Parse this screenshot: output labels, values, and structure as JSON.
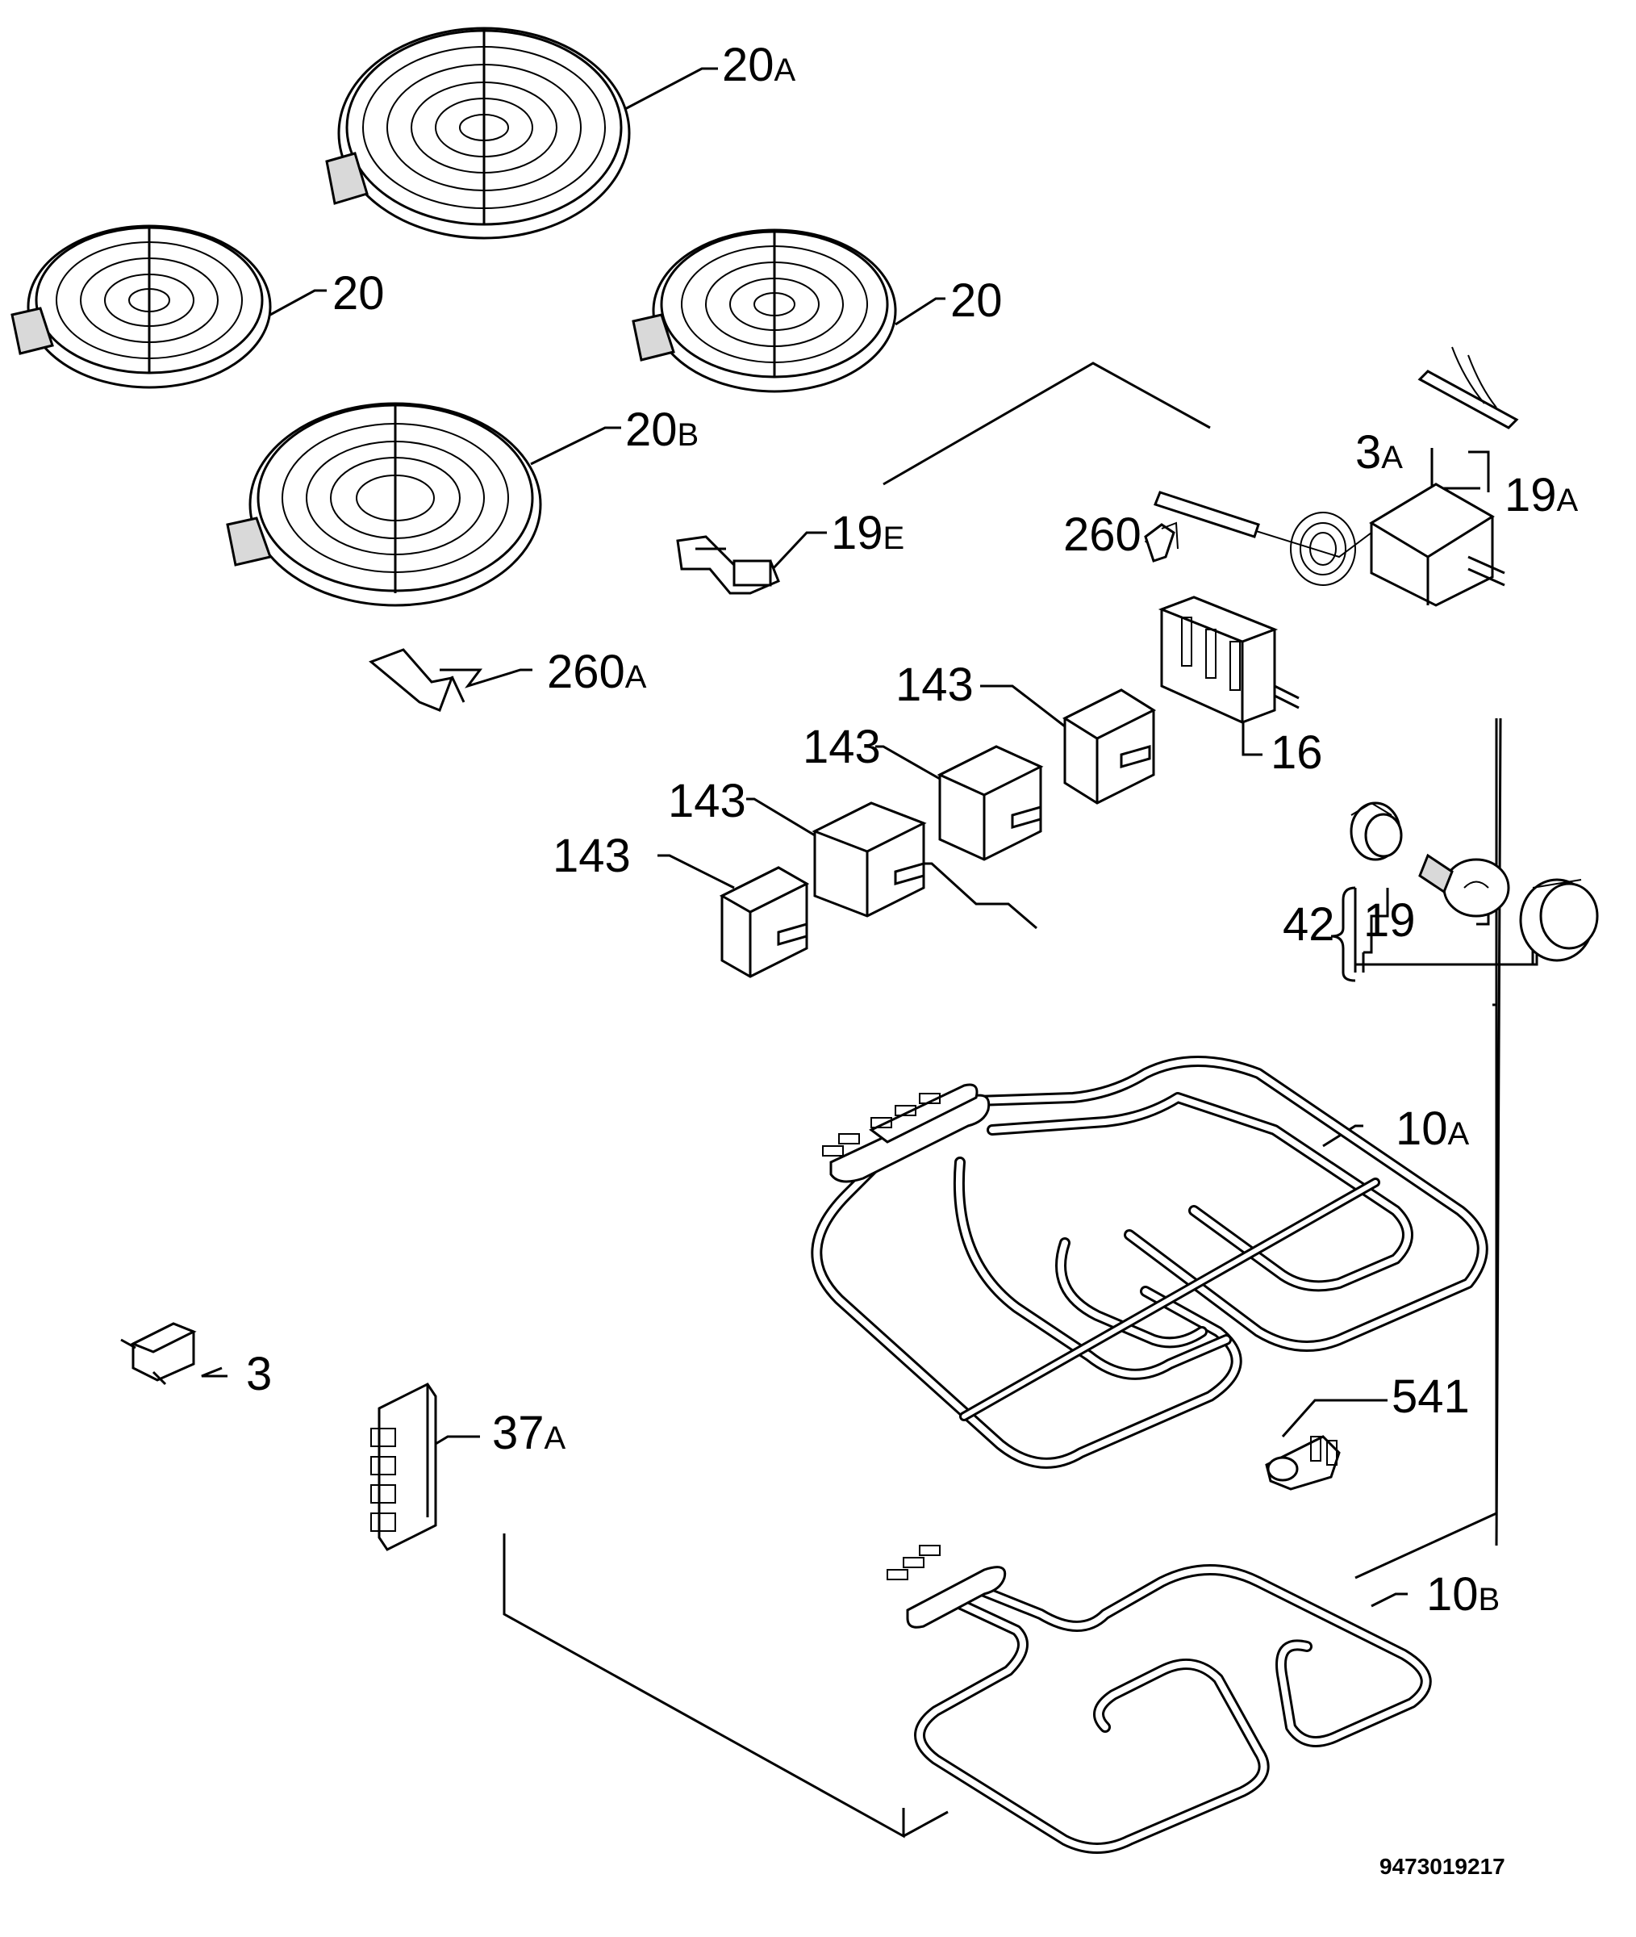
{
  "labels": {
    "heater_20a": "20",
    "heater_20a_suffix": "A",
    "heater_20_left": "20",
    "heater_20_right": "20",
    "heater_20b": "20",
    "heater_20b_suffix": "B",
    "lamp_19e": "19",
    "lamp_19e_suffix": "E",
    "thermostat_3a": "3",
    "thermostat_3a_suffix": "A",
    "sensor_19a": "19",
    "sensor_19a_suffix": "A",
    "clip_260": "260",
    "bracket_260a": "260",
    "bracket_260a_suffix": "A",
    "switch_143_1": "143",
    "switch_143_2": "143",
    "switch_143_3": "143",
    "switch_143_4": "143",
    "selector_16": "16",
    "lamp_group_42": "42",
    "bulb_19": "19",
    "element_10a": "10",
    "element_10a_suffix": "A",
    "element_10b": "10",
    "element_10b_suffix": "B",
    "limiter_3": "3",
    "terminal_37a": "37",
    "terminal_37a_suffix": "A",
    "connector_541": "541"
  },
  "document_number": "9473019217"
}
